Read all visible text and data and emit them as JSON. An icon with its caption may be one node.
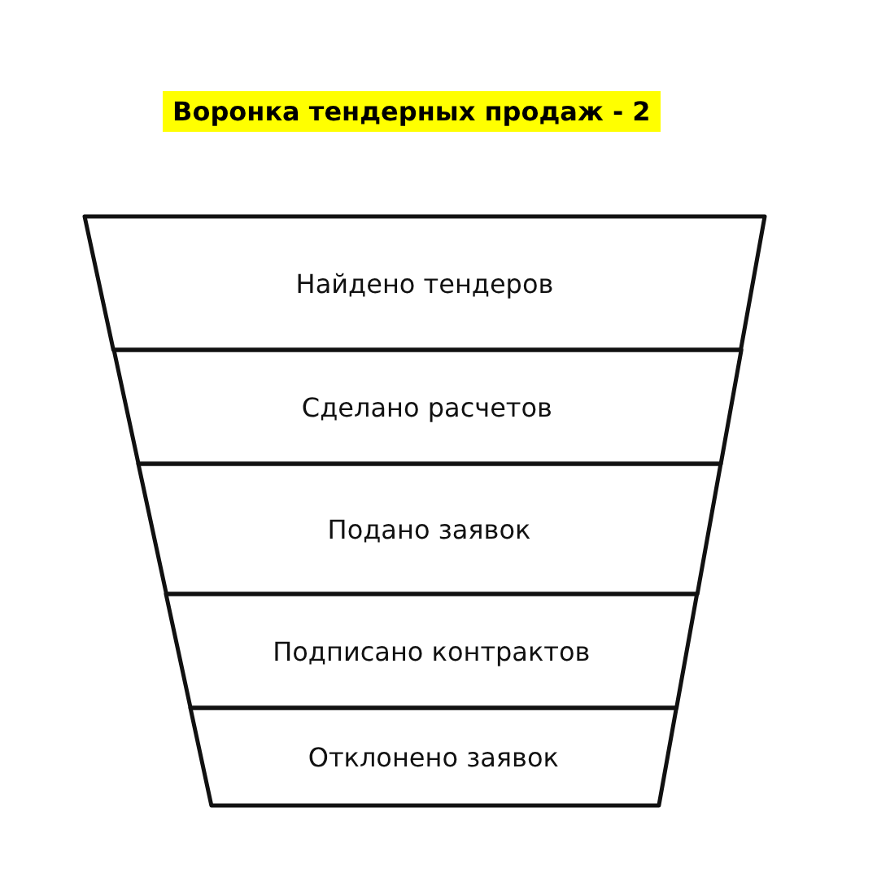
{
  "diagram": {
    "title": "Воронка тендерных продаж - 2",
    "nodes": [
      {
        "text": [
          "Найдено тендеров"
        ]
      },
      {
        "text": [
          "Сделано расчетов"
        ]
      },
      {
        "text": [
          "Подано заявок"
        ]
      },
      {
        "text": [
          "Подписано контрактов"
        ]
      },
      {
        "text": [
          "Отклонено заявок"
        ]
      }
    ]
  }
}
